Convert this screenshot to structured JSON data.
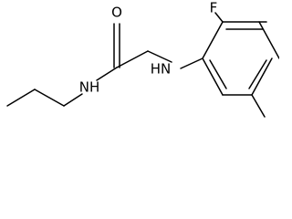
{
  "molecule": {
    "atoms": {
      "oxygen": "O",
      "fluorine": "F",
      "amide_nh": "NH",
      "amine_hn": "HN"
    },
    "colors": {
      "bond": "#000000",
      "label": "#000000",
      "background": "#ffffff"
    }
  }
}
